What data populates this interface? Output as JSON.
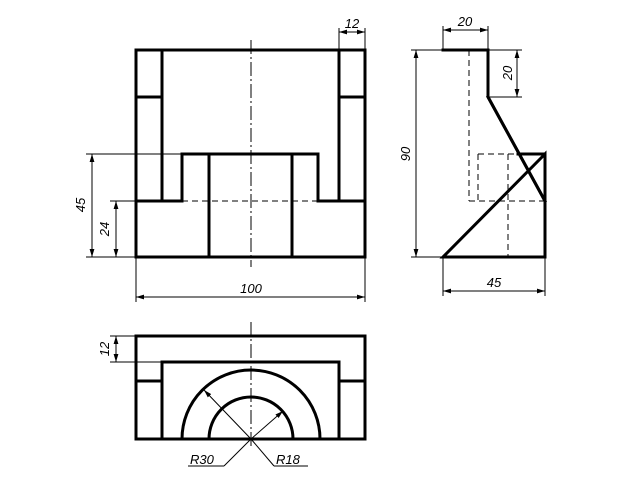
{
  "colors": {
    "line": "#000000",
    "background": "#ffffff"
  },
  "dimensions": {
    "front_top_wall": "12",
    "front_height": "45",
    "front_low": "24",
    "front_width": "100",
    "side_top_width": "20",
    "side_slope_drop": "20",
    "side_height": "90",
    "side_depth": "45",
    "top_wall": "12",
    "radius_outer": "R30",
    "radius_inner": "R18"
  }
}
